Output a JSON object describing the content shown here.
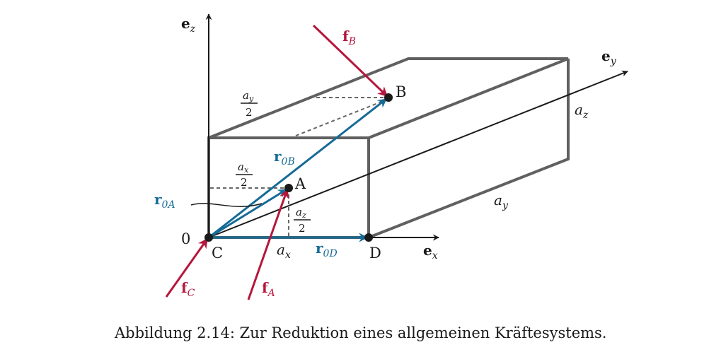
{
  "caption": "Abbildung 2.14: Zur Reduktion eines allgemeinen Kräftesystems.",
  "colors": {
    "box": "#606060",
    "axis": "#1a1a1a",
    "force": "#b5173c",
    "position_vector": "#156a96",
    "dashed": "#666666"
  },
  "axes": {
    "ez": {
      "main": "e",
      "sub": "z"
    },
    "ey": {
      "main": "e",
      "sub": "y"
    },
    "ex": {
      "main": "e",
      "sub": "x"
    }
  },
  "points": {
    "origin": "0",
    "C": "C",
    "D": "D",
    "A": "A",
    "B": "B"
  },
  "forces": {
    "fA": {
      "main": "f",
      "sub": "A"
    },
    "fB": {
      "main": "f",
      "sub": "B"
    },
    "fC": {
      "main": "f",
      "sub": "C"
    }
  },
  "vectors": {
    "r0A": {
      "main": "r",
      "sub": "0A"
    },
    "r0B": {
      "main": "r",
      "sub": "0B"
    },
    "r0D": {
      "main": "r",
      "sub": "0D"
    }
  },
  "dimensions": {
    "ax": {
      "main": "a",
      "sub": "x"
    },
    "ay": {
      "main": "a",
      "sub": "y"
    },
    "az": {
      "main": "a",
      "sub": "z"
    },
    "ax_half": {
      "num_main": "a",
      "num_sub": "x",
      "den": "2"
    },
    "ay_half": {
      "num_main": "a",
      "num_sub": "y",
      "den": "2"
    },
    "az_half": {
      "num_main": "a",
      "num_sub": "z",
      "den": "2"
    }
  }
}
